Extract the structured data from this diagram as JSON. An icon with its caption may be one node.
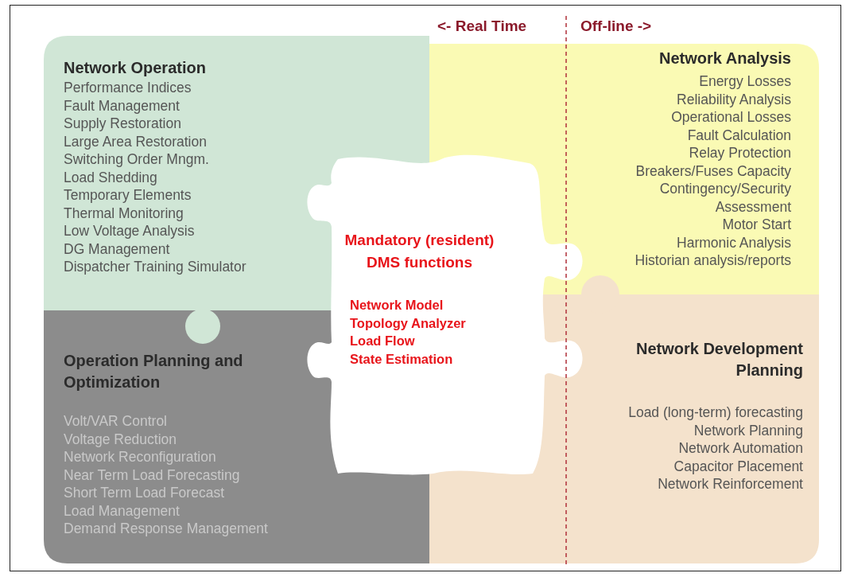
{
  "diagram": {
    "nodes": [
      {
        "text": [
          "Network Operation",
          "Performance Indices",
          "Fault Management",
          "Supply Restoration",
          "Large Area Restoration",
          "Switching Order Mngm.",
          "Load Shedding",
          "Temporary Elements",
          "Thermal Monitoring",
          "Low Voltage Analysis",
          "DG Management",
          "Dispatcher Training Simulator"
        ]
      },
      {
        "text": [
          "Operation Planning and Optimization",
          "Volt/VAR Control",
          "Voltage Reduction",
          "Network Reconfiguration",
          "Near Term Load Forecasting",
          "Short Term Load Forecast",
          "Load Management",
          "Demand Response Management"
        ]
      },
      {
        "text": [
          "Network Analysis",
          "Energy Losses",
          "Reliability Analysis",
          "Operational Losses",
          "Fault Calculation",
          "Relay Protection",
          "Breakers/Fuses Capacity",
          "Contingency/Security Assessment",
          "Motor Start",
          "Harmonic Analysis",
          "Historian analysis/reports"
        ]
      },
      {
        "text": [
          "Network Development Planning",
          "Load (long-term) forecasting",
          "Network Planning",
          "Network Automation",
          "Capacitor Placement",
          "Network Reinforcement"
        ]
      },
      {
        "text": [
          "Mandatory (resident) DMS functions",
          "Network Model",
          "Topology Analyzer",
          "Load Flow",
          "State Estimation"
        ]
      }
    ],
    "labels": [
      "<- Real Time",
      "Off-line ->"
    ]
  }
}
